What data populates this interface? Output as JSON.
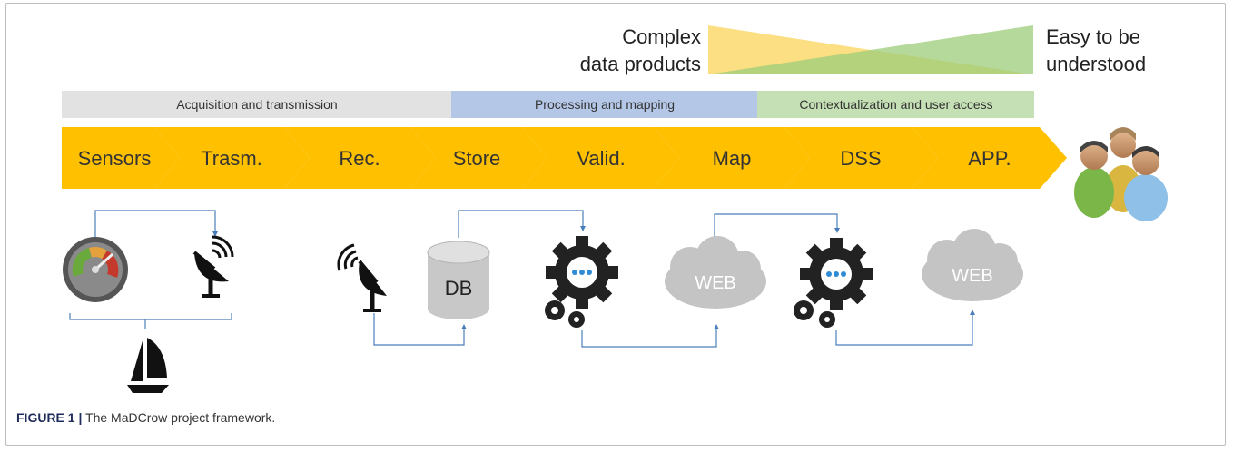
{
  "tradeoff": {
    "left_label_line1": "Complex",
    "left_label_line2": "data products",
    "right_label_line1": "Easy to be",
    "right_label_line2": "understood",
    "colors": {
      "yellow": "#fbd96c",
      "green": "#9ccc7a"
    }
  },
  "phases": [
    {
      "label": "Acquisition and transmission",
      "color": "#e2e2e2"
    },
    {
      "label": "Processing and mapping",
      "color": "#b4c7e7"
    },
    {
      "label": "Contextualization and user access",
      "color": "#c5e0b4"
    }
  ],
  "steps": [
    "Sensors",
    "Trasm.",
    "Rec.",
    "Store",
    "Valid.",
    "Map",
    "DSS",
    "APP."
  ],
  "step_color": "#ffc000",
  "icons": {
    "db_label": "DB",
    "web_label": "WEB",
    "connector_color": "#4a7ebb"
  },
  "caption": {
    "figure_label": "FIGURE 1 |",
    "text": " The MaDCrow project framework."
  }
}
